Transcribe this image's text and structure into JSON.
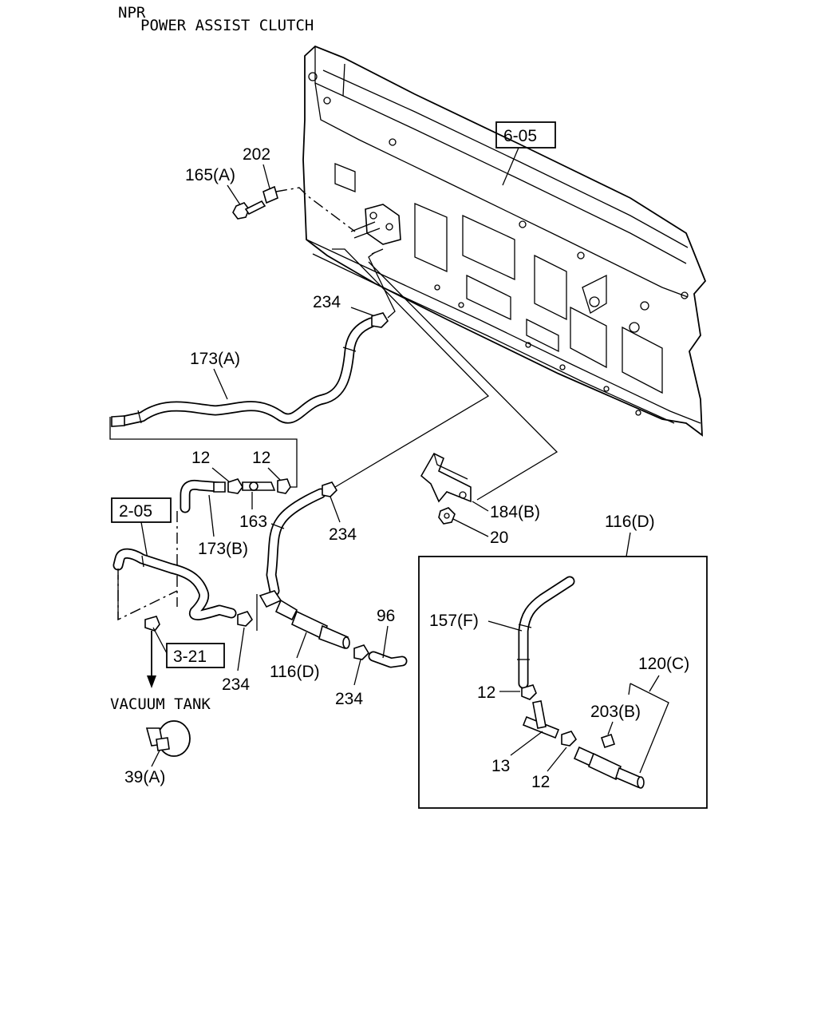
{
  "header": {
    "model": "NPR",
    "title": "POWER ASSIST CLUTCH"
  },
  "references": {
    "r605": "6-05",
    "r205": "2-05",
    "r321": "3-21"
  },
  "callouts": {
    "c165a": "165(A)",
    "c202": "202",
    "c234_top": "234",
    "c173a": "173(A)",
    "c12_left": "12",
    "c12_right": "12",
    "c163": "163",
    "c173b": "173(B)",
    "c234_mid": "234",
    "c184b": "184(B)",
    "c20": "20",
    "c234_low": "234",
    "c116d": "116(D)",
    "c96": "96",
    "c234_right": "234",
    "c39a": "39(A)"
  },
  "vacuum_tank": "VACUUM TANK",
  "detail": {
    "title": "116(D)",
    "c157f": "157(F)",
    "c12_a": "12",
    "c120c": "120(C)",
    "c203b": "203(B)",
    "c13": "13",
    "c12_b": "12"
  }
}
